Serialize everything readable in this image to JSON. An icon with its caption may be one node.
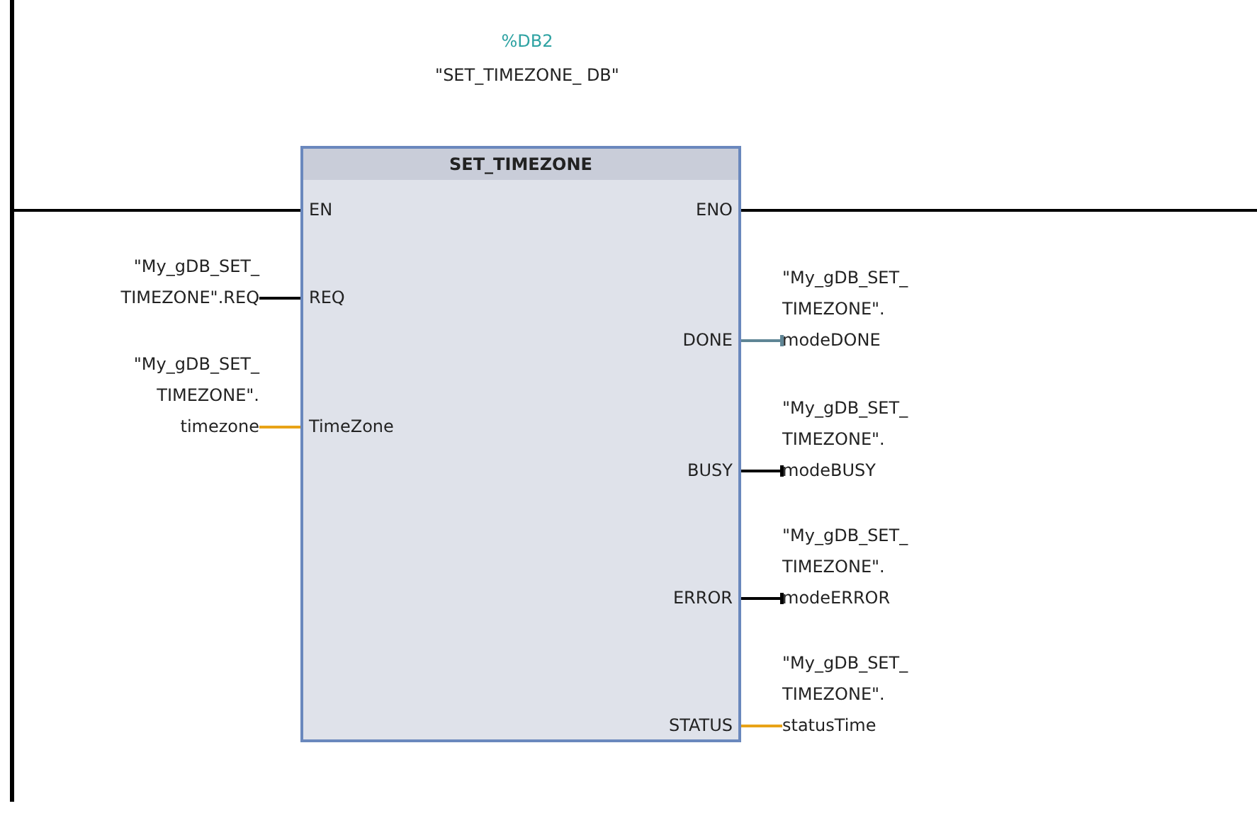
{
  "diagram": {
    "nodes": [
      {
        "text": [
          "SET_TIMEZONE"
        ],
        "beside": [
          "%DB2",
          "\"SET_TIMEZONE_ DB\""
        ]
      },
      {
        "text": [
          "EN"
        ],
        "in": 0
      },
      {
        "text": [
          "ENO"
        ],
        "in": 0
      },
      {
        "text": [
          "REQ"
        ],
        "in": 0
      },
      {
        "text": [
          "TimeZone"
        ],
        "in": 0
      },
      {
        "text": [
          "DONE"
        ],
        "in": 0
      },
      {
        "text": [
          "BUSY"
        ],
        "in": 0
      },
      {
        "text": [
          "ERROR"
        ],
        "in": 0
      },
      {
        "text": [
          "STATUS"
        ],
        "in": 0
      },
      {
        "text": [],
        "shape": "bar"
      },
      {
        "text": [
          "\"My_gDB_SET_ TIMEZONE\".REQ"
        ]
      },
      {
        "text": [
          "\"My_gDB_SET_ TIMEZONE\". timezone"
        ]
      },
      {
        "text": [
          "\"My_gDB_SET_ TIMEZONE\". modeDONE"
        ]
      },
      {
        "text": [
          "\"My_gDB_SET_ TIMEZONE\". modeBUSY"
        ]
      },
      {
        "text": [
          "\"My_gDB_SET_ TIMEZONE\". modeERROR"
        ]
      },
      {
        "text": [
          "\"My_gDB_SET_ TIMEZONE\". statusTime"
        ]
      }
    ],
    "edges": [
      {
        "from": 9,
        "to": 1,
        "arrow": "none"
      },
      {
        "from": 2,
        "to": null,
        "arrow": "none"
      },
      {
        "from": 10,
        "to": 3,
        "arrow": "none"
      },
      {
        "from": 11,
        "to": 4,
        "arrow": "none",
        "color": "#e8a317"
      },
      {
        "from": 5,
        "to": 12,
        "arrow": "other",
        "color": "#5f8595"
      },
      {
        "from": 6,
        "to": 13,
        "arrow": "other"
      },
      {
        "from": 7,
        "to": 14,
        "arrow": "other"
      },
      {
        "from": 8,
        "to": 15,
        "arrow": "none",
        "color": "#e8a317"
      }
    ]
  }
}
